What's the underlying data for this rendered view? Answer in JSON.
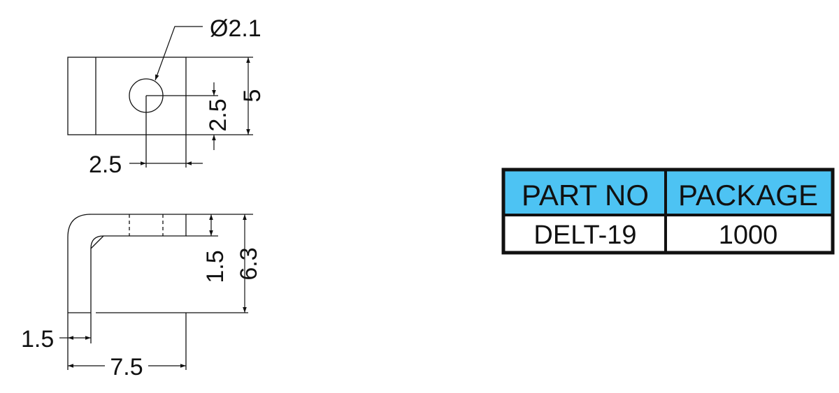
{
  "dimensions": {
    "hole_diameter": "Ø2.1",
    "top_height": "5",
    "hole_center_y": "2.5",
    "hole_center_x": "2.5",
    "side_height": "6.3",
    "side_thickness": "1.5",
    "leg_thickness": "1.5",
    "length": "7.5"
  },
  "table": {
    "headers": [
      "PART NO",
      "PACKAGE"
    ],
    "row": [
      "DELT-19",
      "1000"
    ],
    "header_color": "#4dc3f3",
    "border_color": "#111111"
  }
}
